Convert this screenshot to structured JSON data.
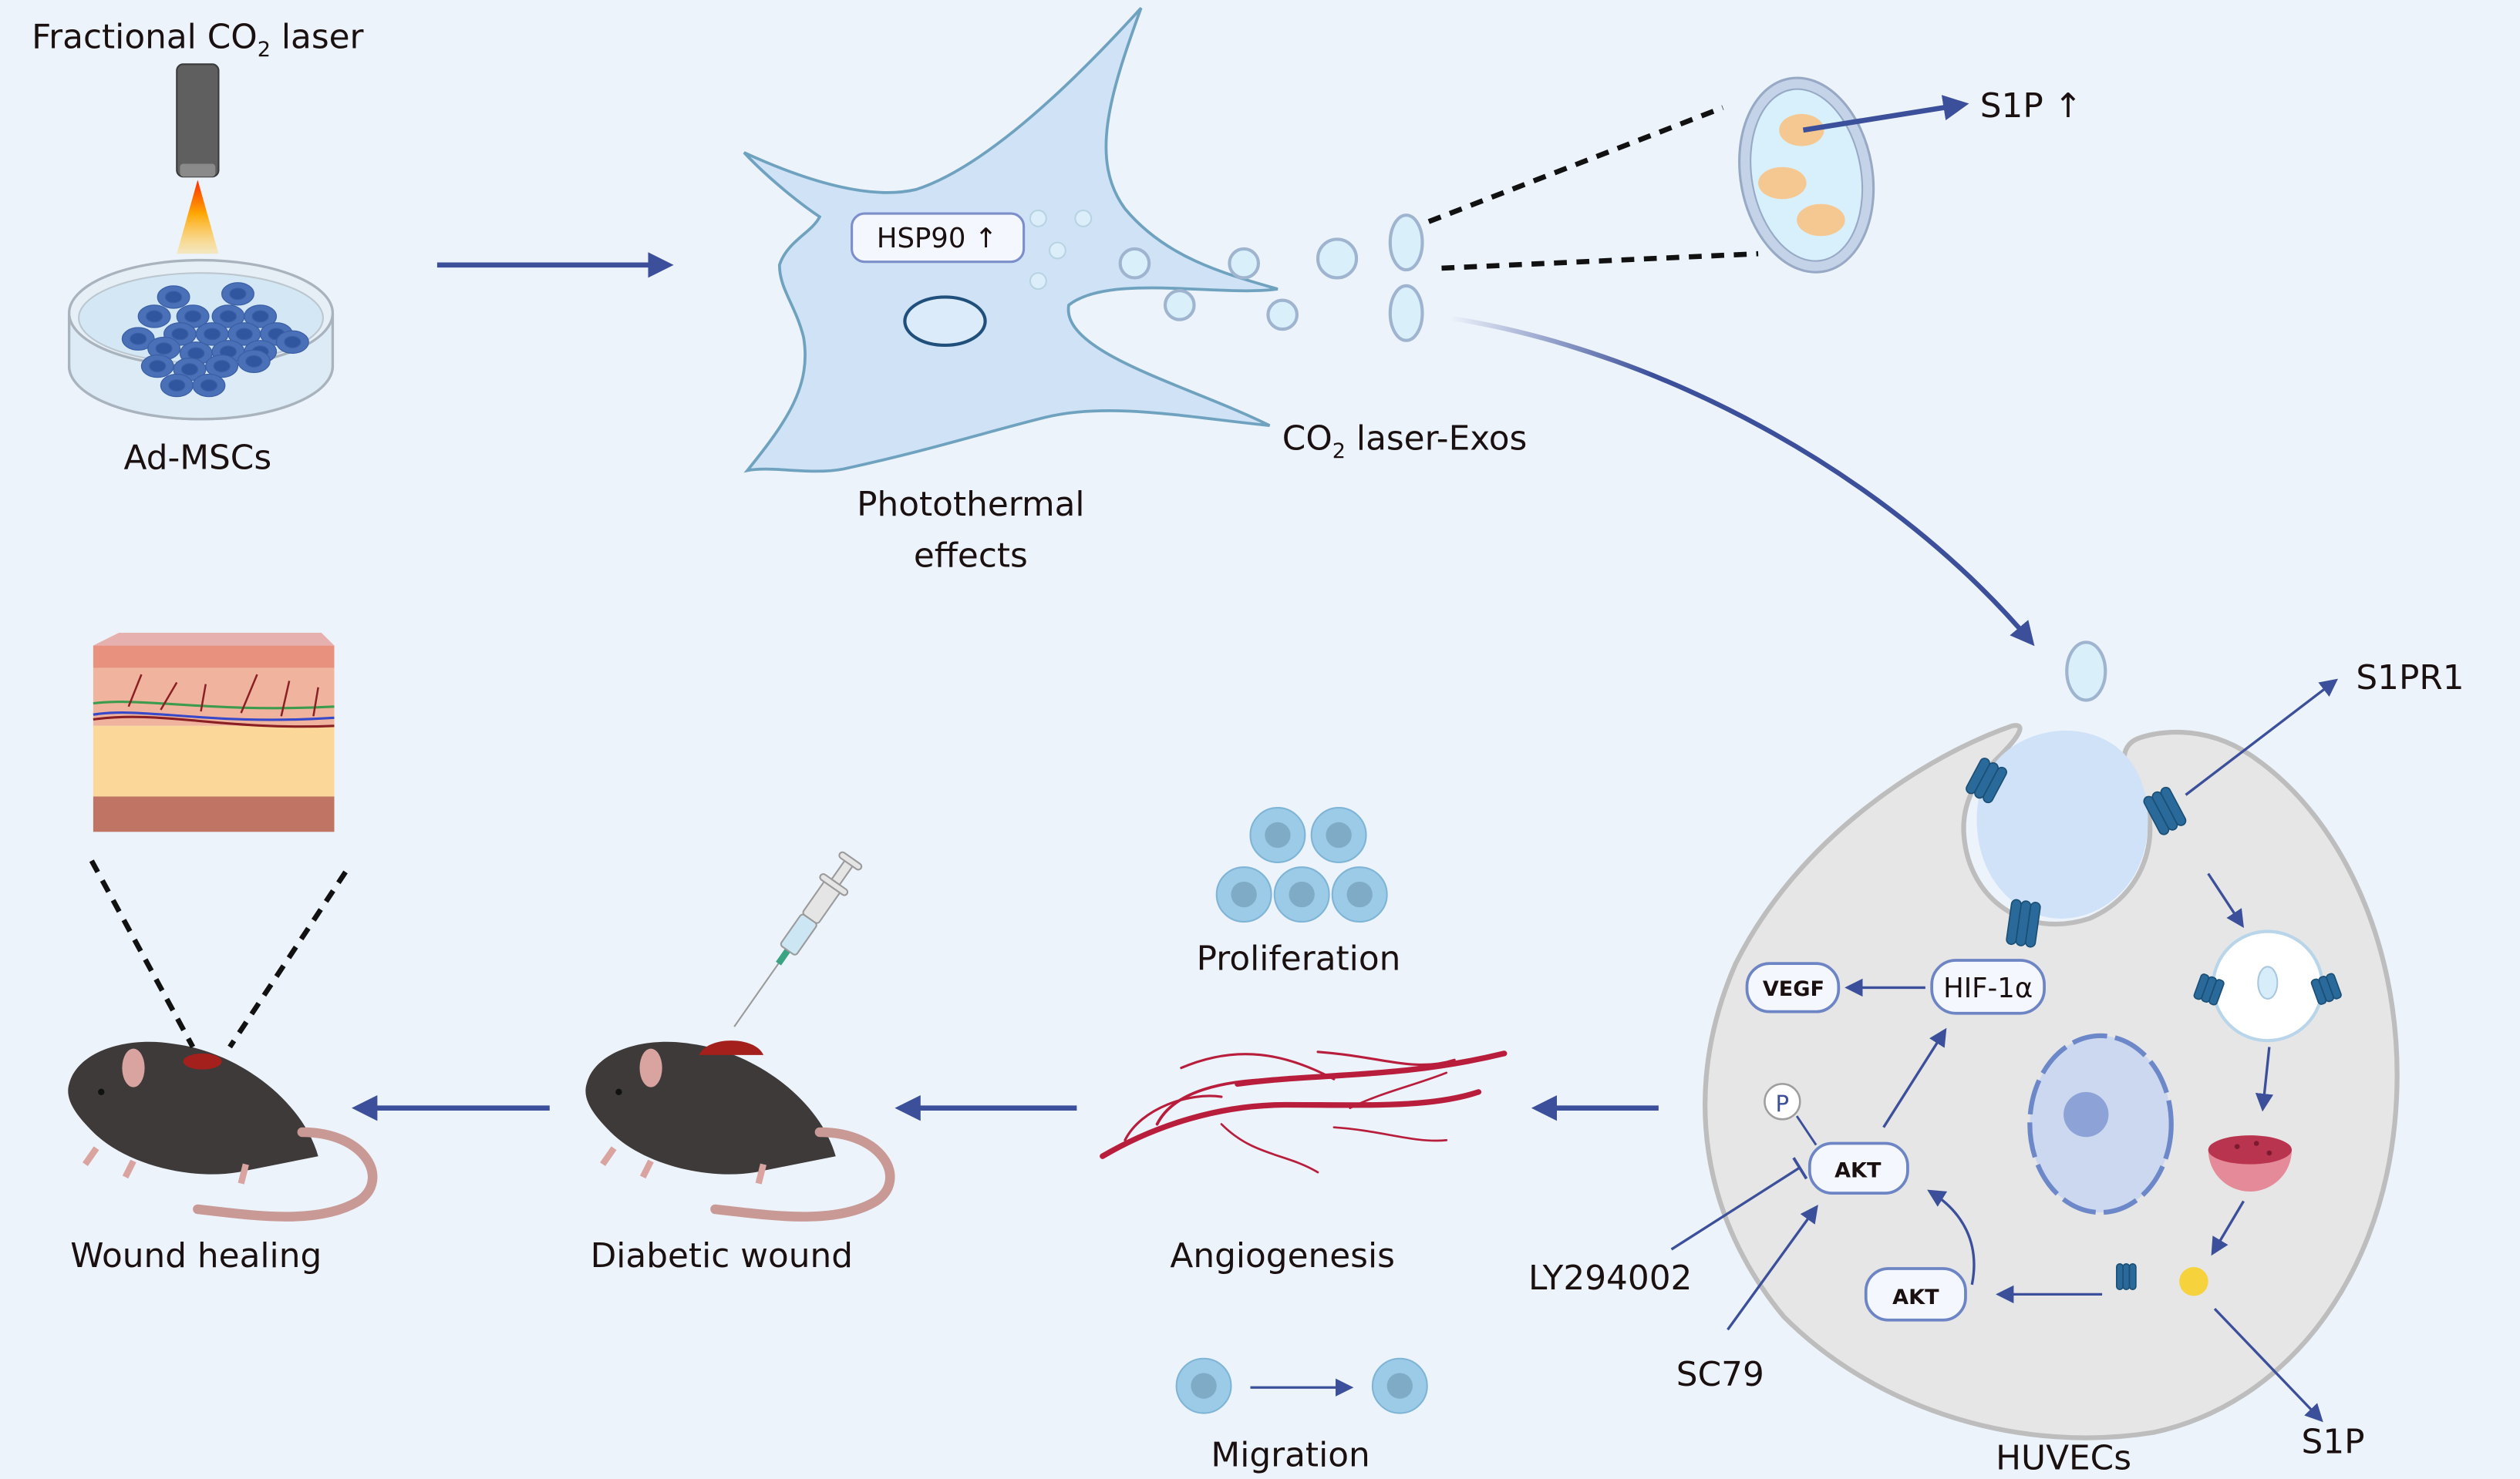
{
  "labels": {
    "laser": "Fractional CO",
    "laser_sub": "2",
    "laser_tail": " laser",
    "ad_mscs": "Ad-MSCs",
    "hsp90": "HSP90 ↑",
    "photothermal_line1": "Photothermal",
    "photothermal_line2": "effects",
    "exos_prefix": "CO",
    "exos_sub": "2",
    "exos_tail": " laser-Exos",
    "s1p_up": "S1P ↑",
    "s1pr1": "S1PR1",
    "vegf": "VEGF",
    "hif1a": "HIF-1α",
    "phospho": "P",
    "akt_top": "AKT",
    "akt_bottom": "AKT",
    "ly294002": "LY294002",
    "sc79": "SC79",
    "s1p": "S1P",
    "huvecs": "HUVECs",
    "proliferation": "Proliferation",
    "angiogenesis": "Angiogenesis",
    "migration": "Migration",
    "diabetic_wound": "Diabetic wound",
    "wound_healing": "Wound healing"
  },
  "colors": {
    "background": "#edf3fb",
    "arrow": "#3b4f9a",
    "cell_fill": "#cfe2f6",
    "cell_stroke": "#6fa2bf",
    "huvec_fill": "#e8e8e8",
    "huvec_stroke": "#bdbdbd",
    "vessel": "#b81e3c",
    "mouse": "#3d3a39",
    "wound": "#a3201d"
  }
}
